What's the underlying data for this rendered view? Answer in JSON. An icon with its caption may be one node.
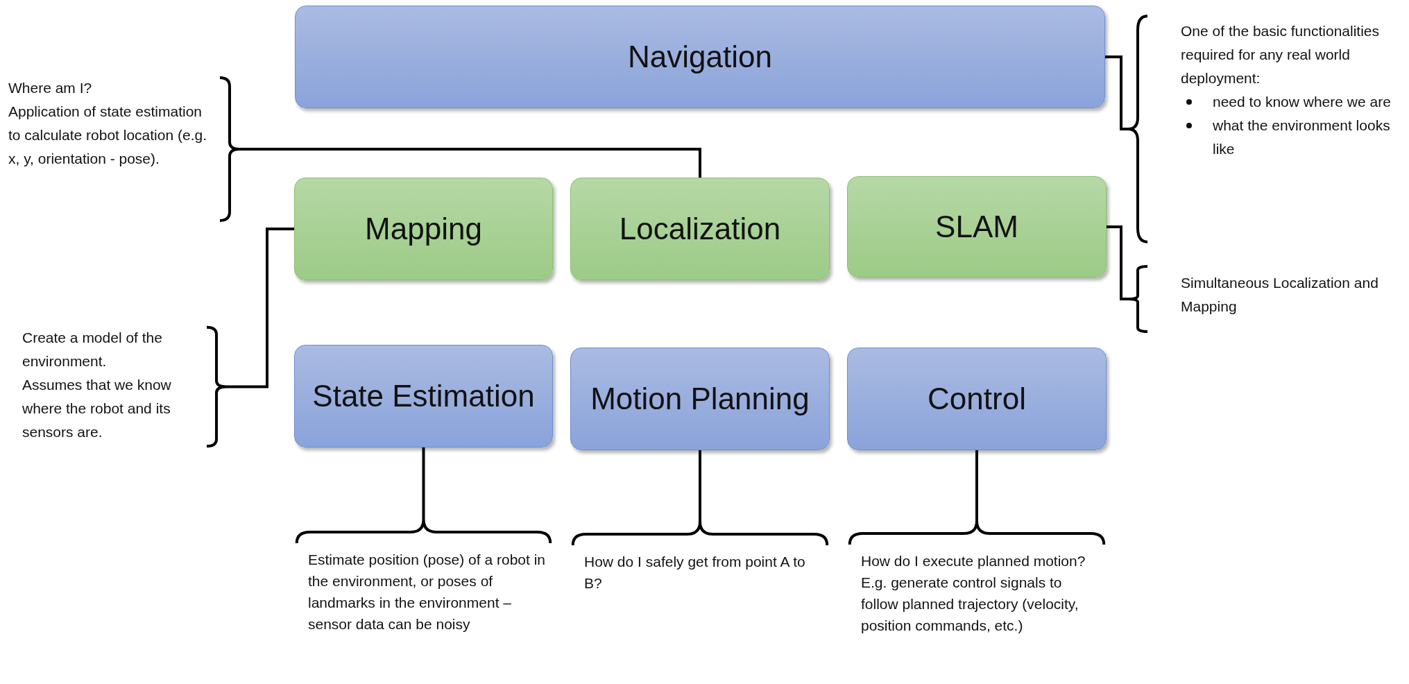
{
  "diagram": {
    "nodes": [
      {
        "text": [
          "Navigation"
        ]
      },
      {
        "text": [
          "Mapping"
        ]
      },
      {
        "text": [
          "Localization"
        ]
      },
      {
        "text": [
          "SLAM"
        ]
      },
      {
        "text": [
          "State Estimation"
        ]
      },
      {
        "text": [
          "Motion Planning"
        ]
      },
      {
        "text": [
          "Control"
        ]
      },
      {
        "text": [
          "Where am I?",
          "Application of state estimation to calculate robot location (e.g. x, y, orientation - pose)."
        ]
      },
      {
        "text": [
          "Create a model of the environment.",
          "Assumes that we know where the robot and its sensors are."
        ]
      },
      {
        "text": [
          "One of the basic functionalities required for any real world deployment:",
          "need to know where we are",
          "what the environment looks like"
        ]
      },
      {
        "text": [
          "Simultaneous Localization and Mapping"
        ]
      },
      {
        "text": [
          "Estimate position (pose) of a robot in the environment, or poses of landmarks in the environment – sensor data can be noisy"
        ]
      },
      {
        "text": [
          "How do I safely get from point A to B?"
        ]
      },
      {
        "text": [
          "How do I execute planned motion?",
          "E.g. generate control signals to follow planned trajectory (velocity, position commands, etc.)"
        ]
      }
    ],
    "edges": [
      {
        "from": 7,
        "to": 2,
        "arrow": "none"
      },
      {
        "from": 8,
        "to": 1,
        "arrow": "none"
      },
      {
        "from": 0,
        "to": 9,
        "arrow": "none"
      },
      {
        "from": 3,
        "to": 10,
        "arrow": "none"
      },
      {
        "from": 4,
        "to": 11,
        "arrow": "none"
      },
      {
        "from": 5,
        "to": 12,
        "arrow": "none"
      },
      {
        "from": 6,
        "to": 13,
        "arrow": "none"
      }
    ]
  }
}
